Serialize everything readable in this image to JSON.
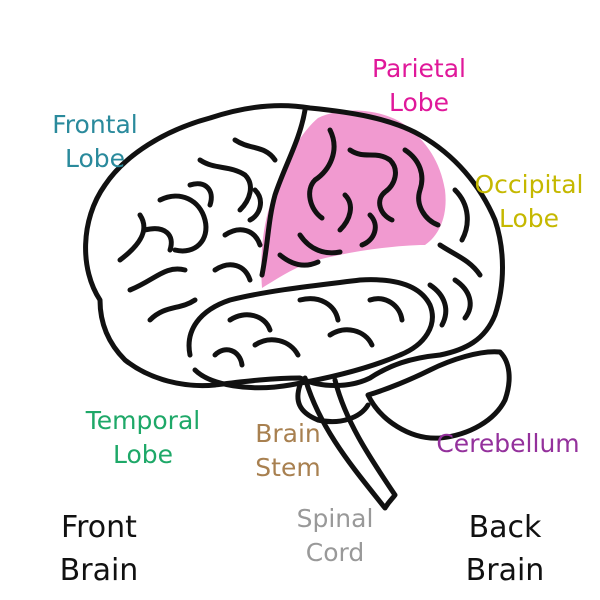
{
  "colors": {
    "frontal": "#2a8a9c",
    "parietal": "#e0189a",
    "occipital": "#c5b800",
    "temporal": "#1ea868",
    "brain_stem": "#a88050",
    "spinal_cord": "#999999",
    "cerebellum": "#94319c",
    "orientation": "#111111",
    "parietal_fill": "#f19ad0",
    "outline": "#111111"
  },
  "labels": {
    "frontal": {
      "line1": "Frontal",
      "line2": "Lobe"
    },
    "parietal": {
      "line1": "Parietal",
      "line2": "Lobe"
    },
    "occipital": {
      "line1": "Occipital",
      "line2": "Lobe"
    },
    "temporal": {
      "line1": "Temporal",
      "line2": "Lobe"
    },
    "brain_stem": {
      "line1": "Brain",
      "line2": "Stem"
    },
    "spinal_cord": {
      "line1": "Spinal",
      "line2": "Cord"
    },
    "cerebellum": {
      "line1": "Cerebellum"
    },
    "front": {
      "line1": "Front",
      "line2": "Brain"
    },
    "back": {
      "line1": "Back",
      "line2": "Brain"
    }
  }
}
